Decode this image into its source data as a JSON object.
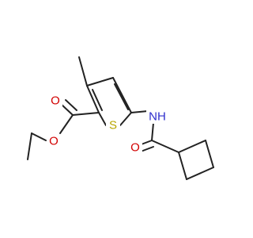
{
  "structure": {
    "atom_colors": {
      "carbon_bond": "#222222",
      "oxygen": "#d20000",
      "sulfur": "#b8a600",
      "nitrogen": "#2d2dcc"
    },
    "labels": {
      "ester_carbonyl_oxygen": "O",
      "ester_single_oxygen": "O",
      "ring_sulfur": "S",
      "amide_nitrogen": "NH",
      "amide_carbonyl_oxygen": "O"
    }
  }
}
